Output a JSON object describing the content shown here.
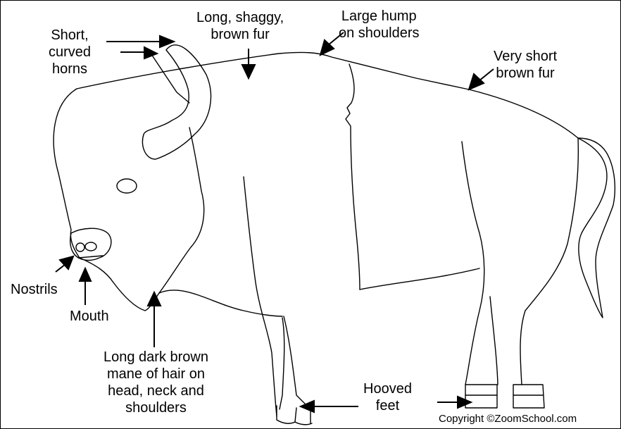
{
  "labels": {
    "horns": [
      "Short,",
      "curved",
      "horns"
    ],
    "shaggy_fur": [
      "Long, shaggy,",
      "brown  fur"
    ],
    "hump": [
      "Large hump",
      "on shoulders"
    ],
    "short_fur": [
      "Very short",
      "brown  fur"
    ],
    "nostrils": "Nostrils",
    "mouth": "Mouth",
    "mane": [
      "Long dark brown",
      "mane of hair on",
      "head, neck and",
      "shoulders"
    ],
    "hooves": [
      "Hooved",
      "feet"
    ]
  },
  "copyright": "Copyright ©ZoomSchool.com"
}
